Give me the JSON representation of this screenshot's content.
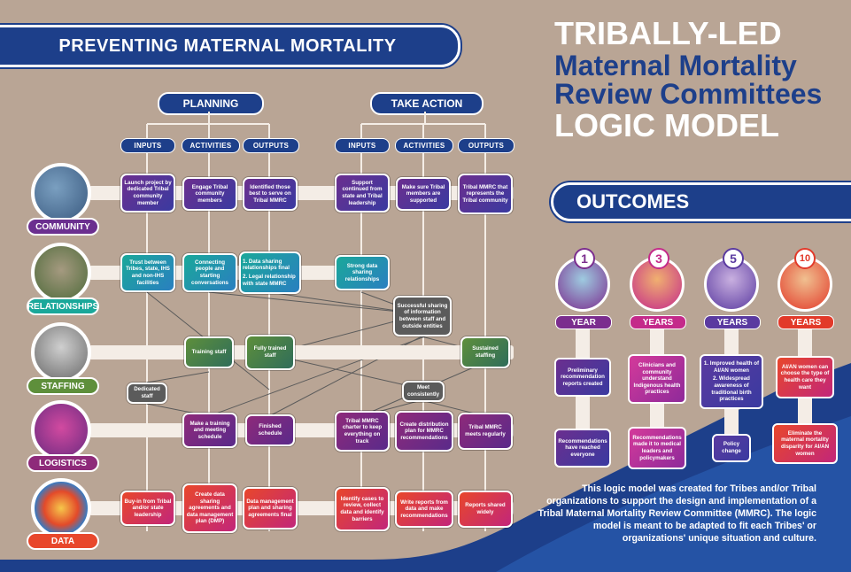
{
  "header": {
    "title": "PREVENTING MATERNAL MORTALITY"
  },
  "main_title": {
    "line1": "TRIBALLY-LED",
    "line2": "Maternal Mortality",
    "line3": "Review Committees",
    "line4": "LOGIC MODEL"
  },
  "planning": {
    "label": "PLANNING",
    "inputs": "INPUTS",
    "activities": "ACTIVITIES",
    "outputs": "OUTPUTS"
  },
  "take_action": {
    "label": "TAKE ACTION",
    "inputs": "INPUTS",
    "activities": "ACTIVITIES",
    "outputs": "OUTPUTS"
  },
  "categories": {
    "community": "COMMUNITY",
    "relationships": "RELATIONSHIPS",
    "staffing": "STAFFING",
    "logistics": "LOGISTICS",
    "data": "DATA"
  },
  "community": {
    "p_input": "Launch project by dedicated Tribal community member",
    "p_activity": "Engage Tribal community members",
    "p_output": "Identified those best to serve on Tribal MMRC",
    "a_input": "Support continued from state and Tribal leadership",
    "a_activity": "Make sure Tribal members are supported",
    "a_output": "Tribal MMRC that represents the Tribal community"
  },
  "relationships": {
    "p_input": "Trust between Tribes, state, IHS and non-IHS facilities",
    "p_activity": "Connecting people and starting conversations",
    "p_output_1": "1. Data sharing relationships final",
    "p_output_2": "2. Legal relationship with state MMRC",
    "a_input": "Strong data sharing relationships"
  },
  "middle": {
    "successful_sharing": "Successful sharing of information between staff and outside entities",
    "meet_consistently": "Meet consistently",
    "dedicated_staff": "Dedicated staff"
  },
  "staffing": {
    "p_activity": "Training staff",
    "p_output": "Fully trained staff",
    "a_output": "Sustained staffing"
  },
  "logistics": {
    "p_activity": "Make a training and meeting schedule",
    "p_output": "Finished schedule",
    "a_input": "Tribal MMRC charter to keep everything on track",
    "a_activity": "Create distribution plan for MMRC recommendations",
    "a_output": "Tribal MMRC meets regularly"
  },
  "data": {
    "p_input": "Buy-in from Tribal and/or state leadership",
    "p_activity": "Create data sharing agreements and data management plan (DMP)",
    "p_output": "Data management plan and sharing agreements final",
    "a_input": "Identify cases to review, collect data and identify barriers",
    "a_activity": "Write reports from data and make recommendations",
    "a_output": "Reports shared widely"
  },
  "outcomes": {
    "title": "OUTCOMES",
    "items": [
      {
        "num": "1",
        "label": "YEAR",
        "box1": "Preliminary recommendation reports created",
        "box2": "Recommendations have reached everyone",
        "color": "#7b2d8e"
      },
      {
        "num": "3",
        "label": "YEARS",
        "box1": "Clinicians and community understand Indigenous health practices",
        "box2": "Recommendations made it to medical leaders and policymakers",
        "color": "#c42a8a"
      },
      {
        "num": "5",
        "label": "YEARS",
        "box1_1": "1. Improved health of AI/AN women",
        "box1_2": "2. Widespread awareness of traditional birth practices",
        "box2": "Policy change",
        "color": "#5a3aa0"
      },
      {
        "num": "10",
        "label": "YEARS",
        "box1": "AI/AN women can choose the type of health care they want",
        "box2": "Eliminate the maternal mortality disparity for AI/AN women",
        "color": "#e23a2a"
      }
    ]
  },
  "footnote": "This logic model was created for Tribes and/or Tribal organizations to support the design and implementation of a Tribal Maternal Mortality Review Committee (MMRC). The logic model is meant to be adapted to fit each Tribes' or organizations' unique situation and culture.",
  "colors": {
    "navy": "#1d3f8a",
    "background": "#b9a595",
    "band": "#f4ede6"
  }
}
